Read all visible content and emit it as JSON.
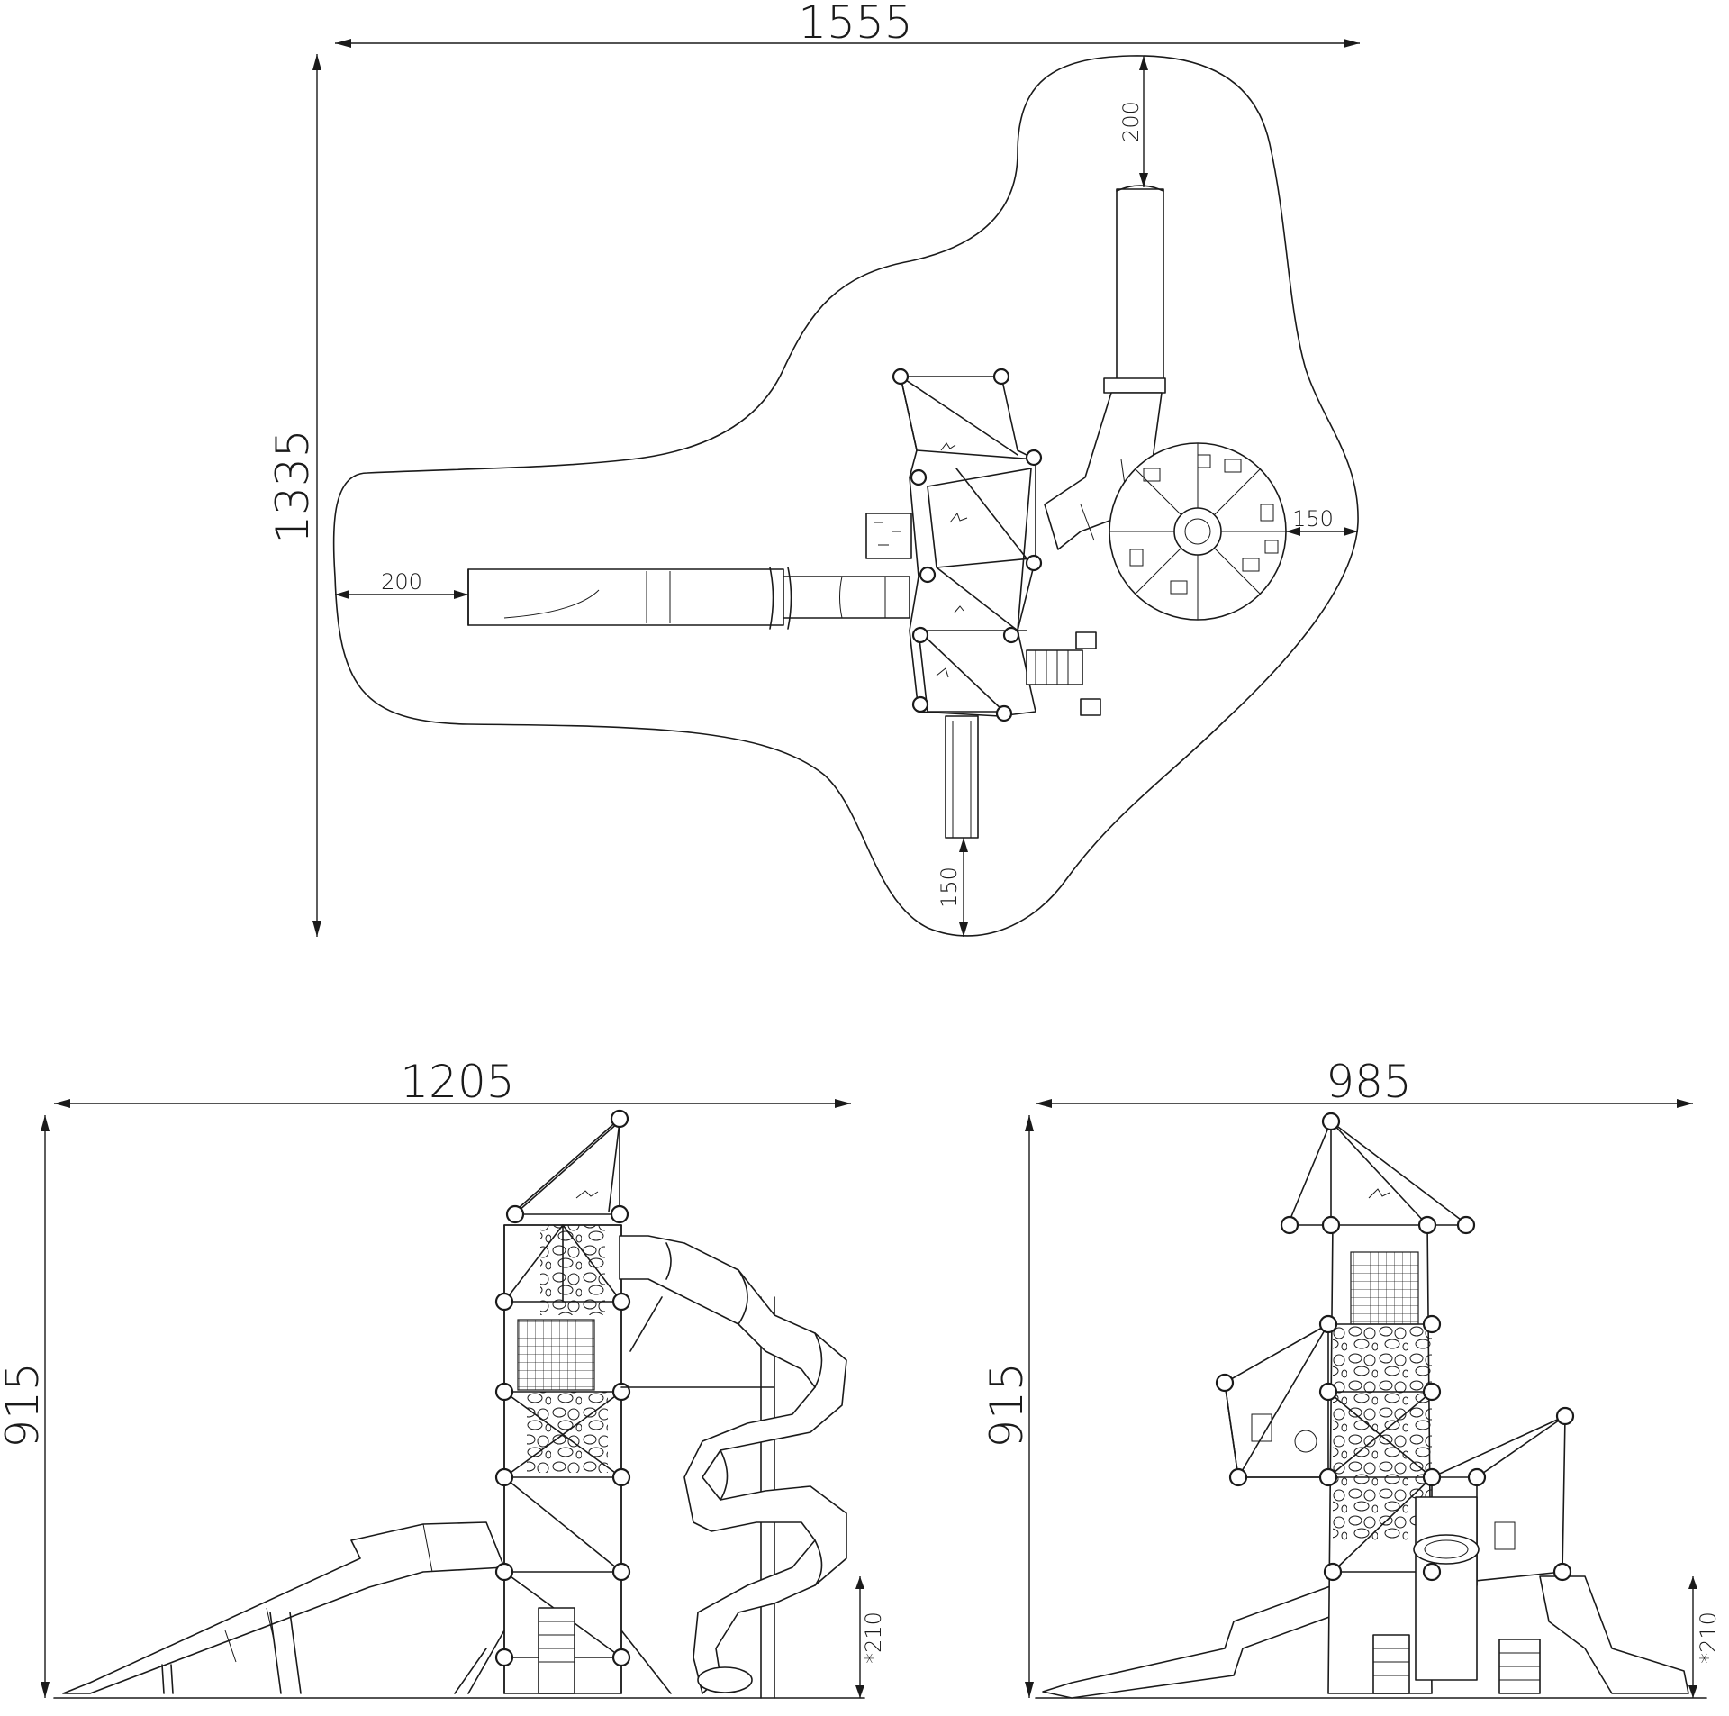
{
  "dimensions": {
    "plan_width": "1555",
    "plan_depth": "1335",
    "plan_clearance_slide_end": "200",
    "plan_clearance_left": "200",
    "plan_clearance_spiral": "150",
    "plan_clearance_bottom": "150",
    "front_width": "1205",
    "front_height": "915",
    "front_fall_height": "*210",
    "side_width": "985",
    "side_height": "915",
    "side_fall_height": "*210"
  },
  "colors": {
    "line": "#1a1a1a",
    "background": "#ffffff"
  }
}
